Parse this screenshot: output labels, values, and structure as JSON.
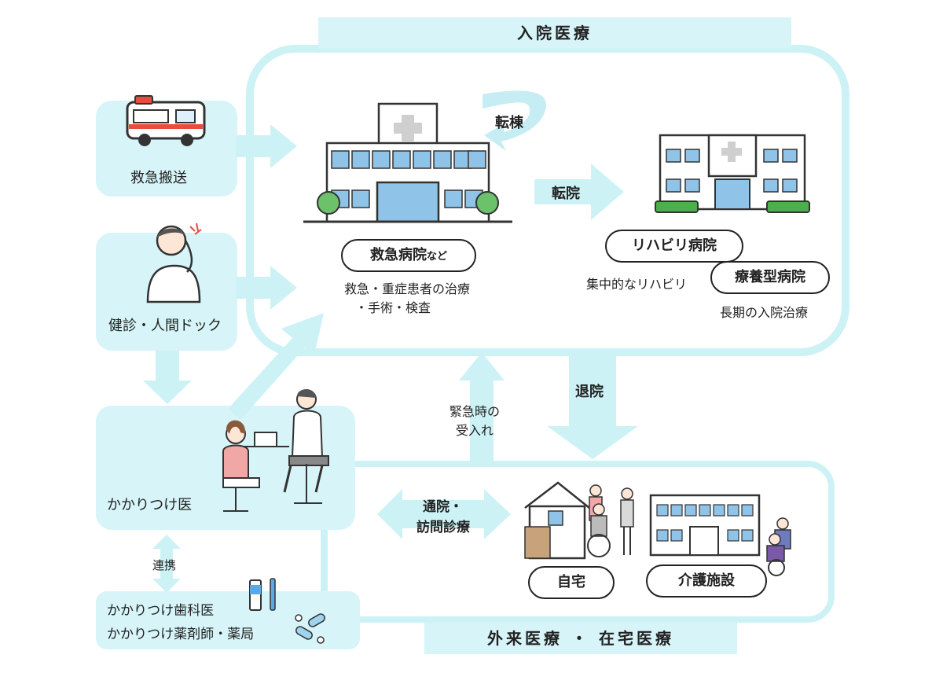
{
  "sections": {
    "inpatient": "入院医療",
    "outpatient_home": "外来医療 ・ 在宅医療"
  },
  "left": {
    "emergency_transport": "救急搬送",
    "checkup": "健診・人間ドック",
    "family_doctor": "かかりつけ医",
    "cooperation": "連携",
    "family_dentist": "かかりつけ歯科医",
    "family_pharmacist": "かかりつけ薬剤師・薬局"
  },
  "hospitals": {
    "emergency_name": "救急病院",
    "emergency_suffix": "など",
    "emergency_desc_line1": "救急・重症患者の治療",
    "emergency_desc_line2": "・手術・検査",
    "rehab_name": "リハビリ病院",
    "rehab_desc": "集中的なリハビリ",
    "longterm_name": "療養型病院",
    "longterm_desc": "長期の入院治療"
  },
  "arrows": {
    "ward_transfer": "転棟",
    "hospital_transfer": "転院",
    "discharge": "退院",
    "emergency_accept_line1": "緊急時の",
    "emergency_accept_line2": "受入れ",
    "visit_line1": "通院・",
    "visit_line2": "訪問診療"
  },
  "home": {
    "home": "自宅",
    "care_facility": "介護施設"
  },
  "colors": {
    "panel": "#d7f5f8",
    "frame": "#c8f0f5",
    "window": "#8fc3e8",
    "tree": "#6cc26a",
    "roof": "#4cae4c"
  }
}
